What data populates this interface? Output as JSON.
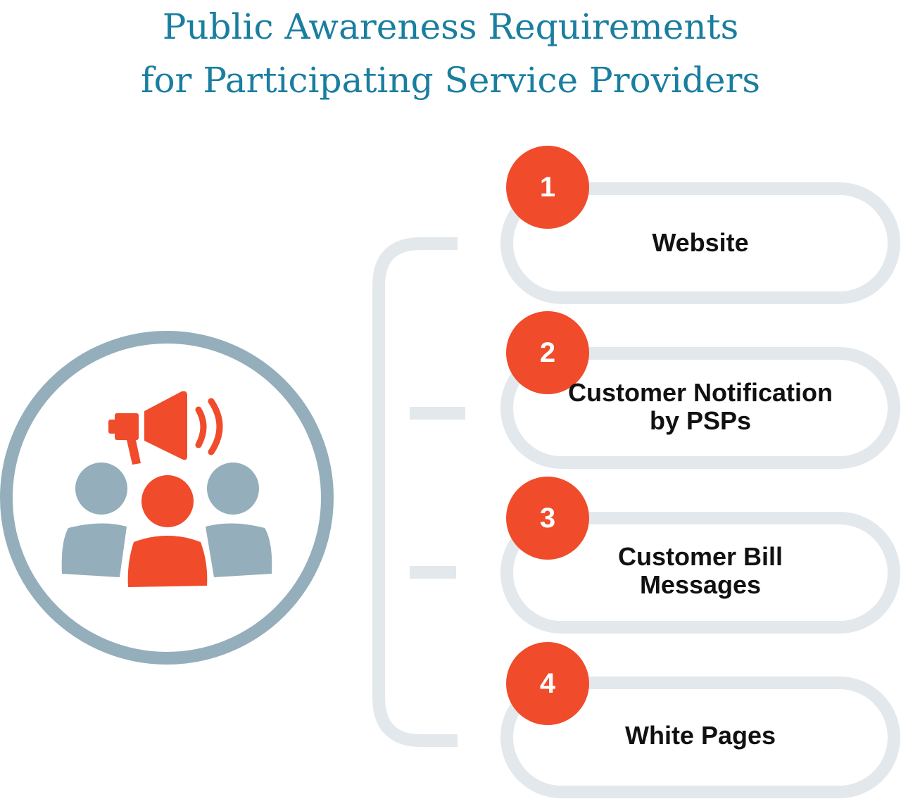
{
  "title": {
    "line1": "Public Awareness Requirements",
    "line2": "for Participating Service Providers"
  },
  "icon": "megaphone-audience-icon",
  "colors": {
    "title": "#1a7e9f",
    "accent": "#f04b2a",
    "gray": "#94aebb",
    "track": "#e3e8ec",
    "text": "#111111"
  },
  "items": [
    {
      "number": "1",
      "label": "Website"
    },
    {
      "number": "2",
      "label": "Customer Notification by PSPs"
    },
    {
      "number": "3",
      "label": "Customer Bill Messages"
    },
    {
      "number": "4",
      "label": "White Pages"
    }
  ]
}
